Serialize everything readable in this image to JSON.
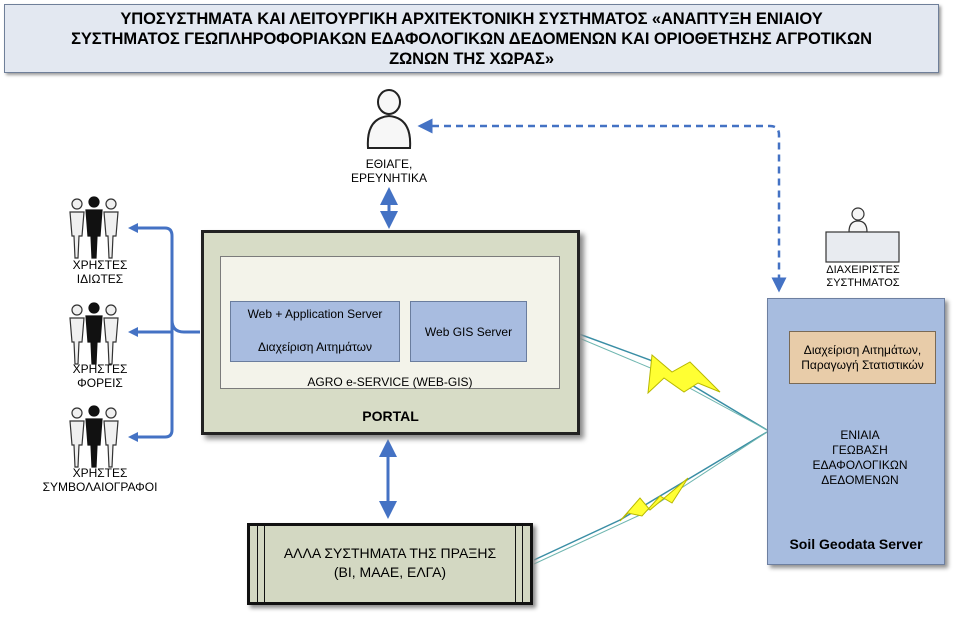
{
  "title": "ΥΠΟΣΥΣΤΗΜΑΤΑ ΚΑΙ ΛΕΙΤΟΥΡΓΙΚΗ ΑΡΧΙΤΕΚΤΟΝΙΚΗ ΣΥΣΤΗΜΑΤΟΣ «ΑΝΑΠΤΥΞΗ ΕΝΙΑΙΟΥ\nΣΥΣΤΗΜΑΤΟΣ ΓΕΩΠΛΗΡΟΦΟΡΙΑΚΩΝ ΕΔΑΦΟΛΟΓΙΚΩΝ ΔΕΔΟΜΕΝΩΝ ΚΑΙ ΟΡΙΟΘΕΤΗΣΗΣ ΑΓΡΟΤΙΚΩΝ\nΖΩΝΩΝ ΤΗΣ ΧΩΡΑΣ»",
  "users": {
    "researchers": "ΕΘΙΑΓΕ,\nΕΡΕΥΝΗΤΙΚΑ",
    "private": "ΧΡΗΣΤΕΣ\nΙΔΙΩΤΕΣ",
    "agencies": "ΧΡΗΣΤΕΣ\nΦΟΡΕΙΣ",
    "notaries": "ΧΡΗΣΤΕΣ\nΣΥΜΒΟΛΑΙΟΓΡΑΦΟΙ",
    "admins": "ΔΙΑΧΕΙΡΙΣΤΕΣ\nΣΥΣΤΗΜΑΤΟΣ"
  },
  "portal": {
    "label": "PORTAL",
    "agro_label": "AGRO e-SERVICE (WEB-GIS)",
    "web_app_title": "Web + Application Server",
    "web_app_subtitle": "Διαχείριση Αιτημάτων",
    "web_gis": "Web GIS Server"
  },
  "server": {
    "label": "Soil Geodata Server",
    "stats": "Διαχείριση Αιτημάτων,\nΠαραγωγή Στατιστικών",
    "database": "ΕΝΙΑΙΑ\nΓΕΩΒΑΣΗ\nΕΔΑΦΟΛΟΓΙΚΩΝ\nΔΕΔΟΜΕΝΩΝ"
  },
  "other_systems": "ΑΛΛΑ ΣΥΣΤΗΜΑΤΑ ΤΗΣ ΠΡΑΞΗΣ\n(ΒΙ, ΜΑΑΕ, ΕΛΓΑ)",
  "colors": {
    "arrow": "#4472c4",
    "lightning": "#ffff33",
    "title_bg": "#e3e8f1",
    "portal_bg": "#d7dcc6",
    "server_bg": "#a7bcdf",
    "stats_bg": "#e8cca9"
  }
}
